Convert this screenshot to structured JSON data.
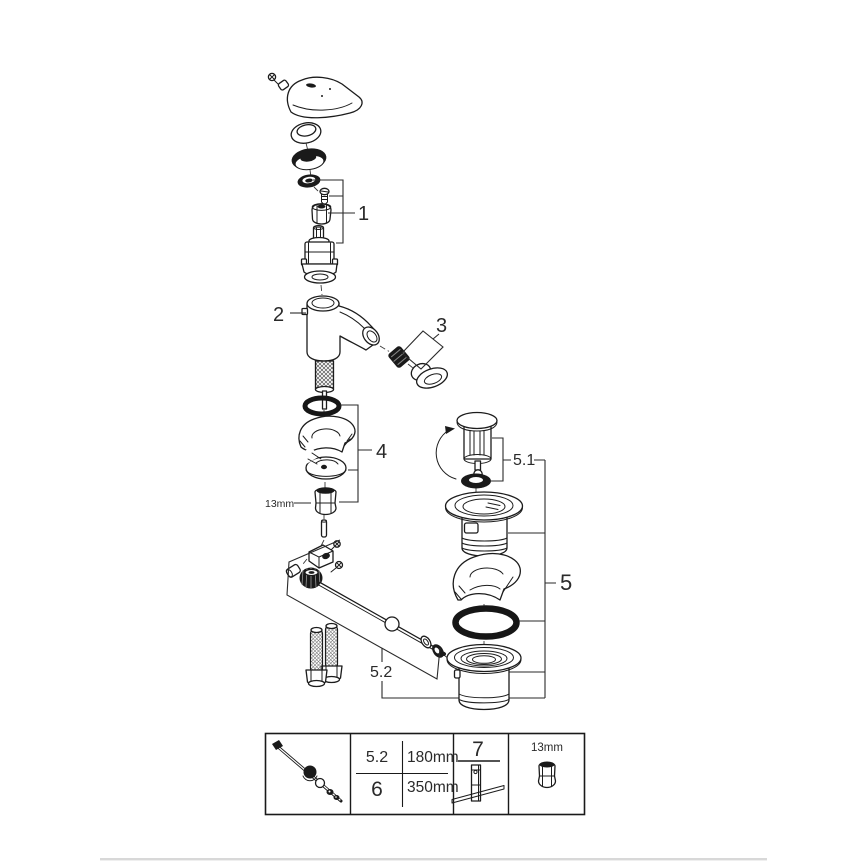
{
  "diagram": {
    "callouts": {
      "c1": "1",
      "c2": "2",
      "c3": "3",
      "c4": "4",
      "c5": "5",
      "c5_1": "5.1",
      "c5_2": "5.2",
      "wrench": "13mm"
    }
  },
  "legend": {
    "rows": [
      {
        "item": "5.2",
        "length": "180mm"
      },
      {
        "item": "6",
        "length": "350mm"
      }
    ],
    "tool_item": "7",
    "wrench_size": "13mm"
  },
  "colors": {
    "line": "#1c1c1c",
    "fill_dark": "#1a1a1a",
    "label": "#2a2a2a",
    "footer_line": "#d8d8d8",
    "background": "#ffffff"
  }
}
